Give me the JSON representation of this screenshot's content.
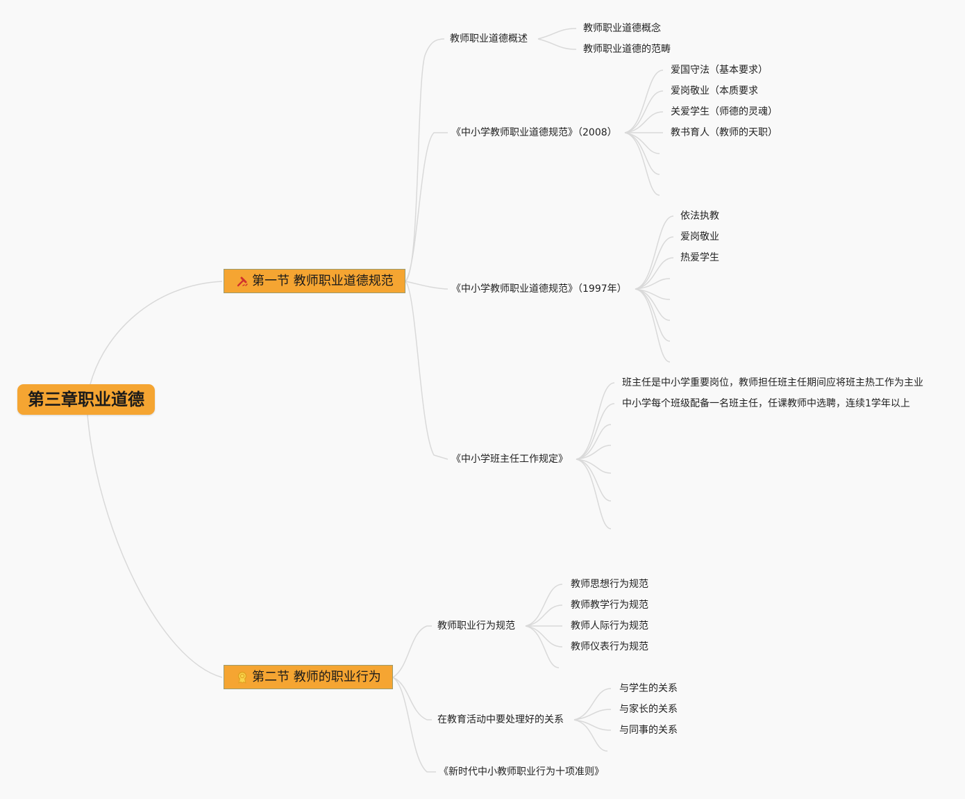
{
  "root": {
    "label": "第三章职业道德"
  },
  "sections": [
    {
      "label": "第一节 教师职业道德规范",
      "icon": "hammer-icon",
      "children": [
        {
          "label": "教师职业道德概述",
          "children": [
            "教师职业道德概念",
            "教师职业道德的范畴"
          ]
        },
        {
          "label": "《中小学教师职业道德规范》（2008）",
          "children": [
            "爱国守法（基本要求）",
            "爱岗敬业（本质要求",
            "关爱学生（师德的灵魂）",
            "教书育人（教师的天职）"
          ]
        },
        {
          "label": "《中小学教师职业道德规范》（1997年）",
          "children": [
            "依法执教",
            "爱岗敬业",
            "热爱学生"
          ]
        },
        {
          "label": "《中小学班主任工作规定》",
          "children": [
            "班主任是中小学重要岗位，教师担任班主任期间应将班主热工作为主业",
            "中小学每个班级配备一名班主任，任课教师中选聘，连续1学年以上"
          ]
        }
      ]
    },
    {
      "label": "第二节 教师的职业行为",
      "icon": "medal-icon",
      "children": [
        {
          "label": "教师职业行为规范",
          "children": [
            "教师思想行为规范",
            "教师教学行为规范",
            "教师人际行为规范",
            "教师仪表行为规范"
          ]
        },
        {
          "label": "在教育活动中要处理好的关系",
          "children": [
            "与学生的关系",
            "与家长的关系",
            "与同事的关系"
          ]
        },
        {
          "label": "《新时代中小教师职业行为十项准则》",
          "children": []
        }
      ]
    }
  ],
  "colors": {
    "branch": "#f5a532",
    "line": "#d9d9d9",
    "background": "#f9f9f9"
  }
}
